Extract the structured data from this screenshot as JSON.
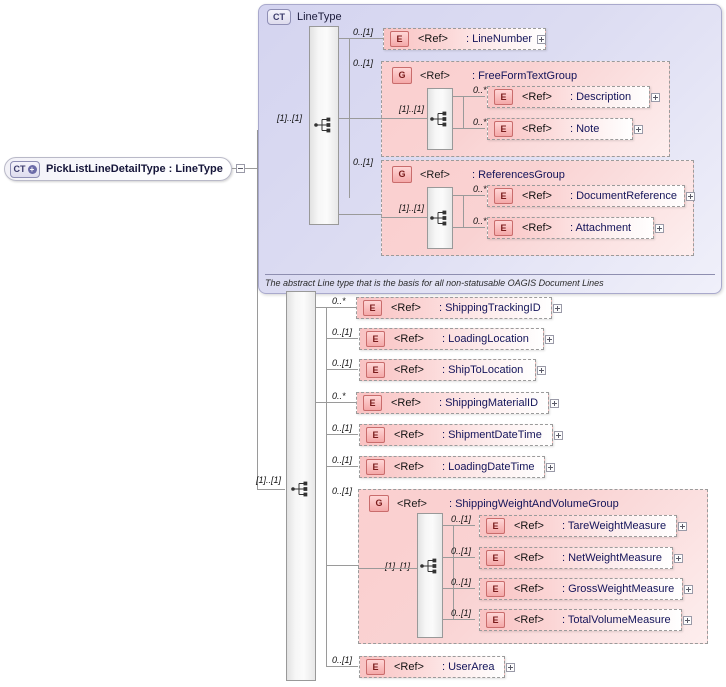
{
  "diagram": {
    "title": "PickListLineDetailType XSD structure",
    "root": {
      "badge": "CT",
      "badge_icon": "complex-type-expand-icon",
      "label": "PickListLineDetailType : LineType"
    },
    "refs_label": "<Ref>",
    "linetype_container": {
      "badge": "CT",
      "name": "LineType",
      "annotation": "The abstract Line type that is the basis for all non-statusable OAGIS Document Lines",
      "compositor_cardinality": "[1]..[1]",
      "children": [
        {
          "kind": "element",
          "badge": "E",
          "ref": "<Ref>",
          "name": ": LineNumber",
          "cardinality": "0..[1]",
          "expandable": true
        },
        {
          "kind": "group",
          "badge": "G",
          "ref": "<Ref>",
          "name": ": FreeFormTextGroup",
          "cardinality": "0..[1]",
          "compositor_cardinality": "[1]..[1]",
          "children": [
            {
              "kind": "element",
              "badge": "E",
              "ref": "<Ref>",
              "name": ": Description",
              "cardinality": "0..*",
              "expandable": true
            },
            {
              "kind": "element",
              "badge": "E",
              "ref": "<Ref>",
              "name": ": Note",
              "cardinality": "0..*",
              "expandable": true
            }
          ]
        },
        {
          "kind": "group",
          "badge": "G",
          "ref": "<Ref>",
          "name": ": ReferencesGroup",
          "cardinality": "0..[1]",
          "compositor_cardinality": "[1]..[1]",
          "children": [
            {
              "kind": "element",
              "badge": "E",
              "ref": "<Ref>",
              "name": ": DocumentReference",
              "cardinality": "0..*",
              "expandable": true
            },
            {
              "kind": "element",
              "badge": "E",
              "ref": "<Ref>",
              "name": ": Attachment",
              "cardinality": "0..*",
              "expandable": true
            }
          ]
        }
      ]
    },
    "extension_sequence": {
      "compositor_cardinality": "[1]..[1]",
      "children": [
        {
          "kind": "element",
          "badge": "E",
          "ref": "<Ref>",
          "name": ": ShippingTrackingID",
          "cardinality": "0..*",
          "expandable": true
        },
        {
          "kind": "element",
          "badge": "E",
          "ref": "<Ref>",
          "name": ": LoadingLocation",
          "cardinality": "0..[1]",
          "expandable": true
        },
        {
          "kind": "element",
          "badge": "E",
          "ref": "<Ref>",
          "name": ": ShipToLocation",
          "cardinality": "0..[1]",
          "expandable": true
        },
        {
          "kind": "element",
          "badge": "E",
          "ref": "<Ref>",
          "name": ": ShippingMaterialID",
          "cardinality": "0..*",
          "expandable": true
        },
        {
          "kind": "element",
          "badge": "E",
          "ref": "<Ref>",
          "name": ": ShipmentDateTime",
          "cardinality": "0..[1]",
          "expandable": true
        },
        {
          "kind": "element",
          "badge": "E",
          "ref": "<Ref>",
          "name": ": LoadingDateTime",
          "cardinality": "0..[1]",
          "expandable": true
        },
        {
          "kind": "group",
          "badge": "G",
          "ref": "<Ref>",
          "name": ": ShippingWeightAndVolumeGroup",
          "cardinality": "0..[1]",
          "compositor_cardinality": "[1]..[1]",
          "children": [
            {
              "kind": "element",
              "badge": "E",
              "ref": "<Ref>",
              "name": ": TareWeightMeasure",
              "cardinality": "0..[1]",
              "expandable": true
            },
            {
              "kind": "element",
              "badge": "E",
              "ref": "<Ref>",
              "name": ": NetWeightMeasure",
              "cardinality": "0..[1]",
              "expandable": true
            },
            {
              "kind": "element",
              "badge": "E",
              "ref": "<Ref>",
              "name": ": GrossWeightMeasure",
              "cardinality": "0..[1]",
              "expandable": true
            },
            {
              "kind": "element",
              "badge": "E",
              "ref": "<Ref>",
              "name": ": TotalVolumeMeasure",
              "cardinality": "0..[1]",
              "expandable": true
            }
          ]
        },
        {
          "kind": "element",
          "badge": "E",
          "ref": "<Ref>",
          "name": ": UserArea",
          "cardinality": "0..[1]",
          "expandable": true
        }
      ]
    },
    "colors": {
      "complex_type_fill": "#d8d8f2",
      "group_fill": "#fbcfcf",
      "element_fill": "#f9c3c3",
      "badge_text": "#7a1c1c",
      "name_text": "#14145a",
      "connector": "#9a9a9a"
    }
  }
}
